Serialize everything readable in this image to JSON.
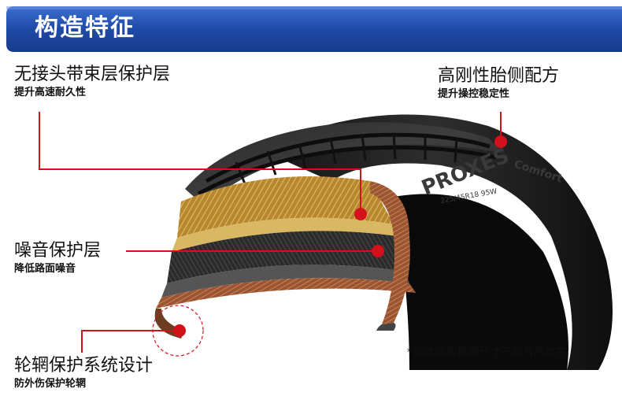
{
  "header": {
    "title": "构造特征"
  },
  "tire": {
    "brand_text": "PROXES",
    "model_text": "Comfort",
    "size_text": "225/45R18 95W"
  },
  "callouts": [
    {
      "title": "无接头带束层保护层",
      "subtitle": "提升高速耐久性"
    },
    {
      "title": "高刚性胎侧配方",
      "subtitle": "提升操控稳定性"
    },
    {
      "title": "噪音保护层",
      "subtitle": "降低路面噪音"
    },
    {
      "title": "轮辋保护系统设计",
      "subtitle": "防外伤保护轮辋"
    }
  ],
  "footnote": "*胎体结构根据尺寸不同有所改变",
  "colors": {
    "banner": "#1f4aa8",
    "accent": "#d3111b",
    "belt_gold": "#c99a3e"
  }
}
